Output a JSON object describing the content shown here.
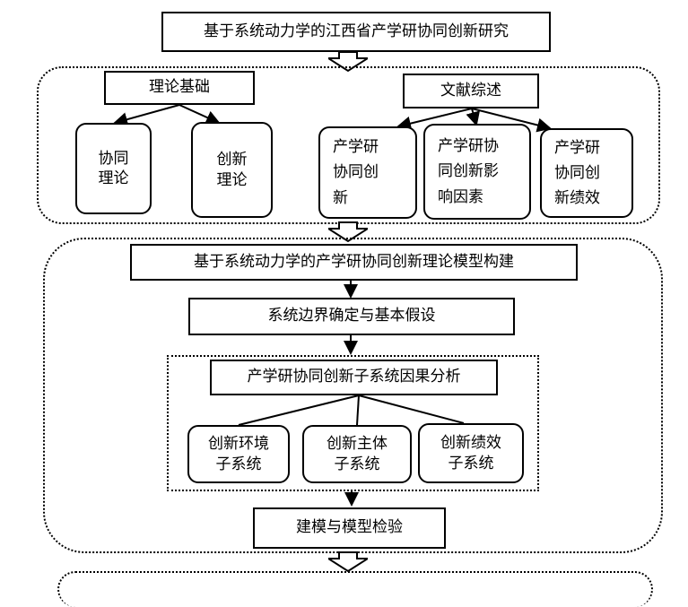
{
  "title": "基于系统动力学的江西省产学研协同创新研究",
  "section1": {
    "theory_header": "理论基础",
    "theory_items": [
      "协同\n理论",
      "创新\n理论"
    ],
    "review_header": "文献综述",
    "review_items": [
      "产学研\n协同创\n新",
      "产学研协\n同创新影\n响因素",
      "产学研\n协同创\n新绩效"
    ]
  },
  "section2": {
    "model_title": "基于系统动力学的产学研协同创新理论模型构建",
    "boundary": "系统边界确定与基本假设",
    "causal": "产学研协同创新子系统因果分析",
    "subsystems": [
      "创新环境\n子系统",
      "创新主体\n子系统",
      "创新绩效\n子系统"
    ],
    "verification": "建模与模型检验"
  }
}
